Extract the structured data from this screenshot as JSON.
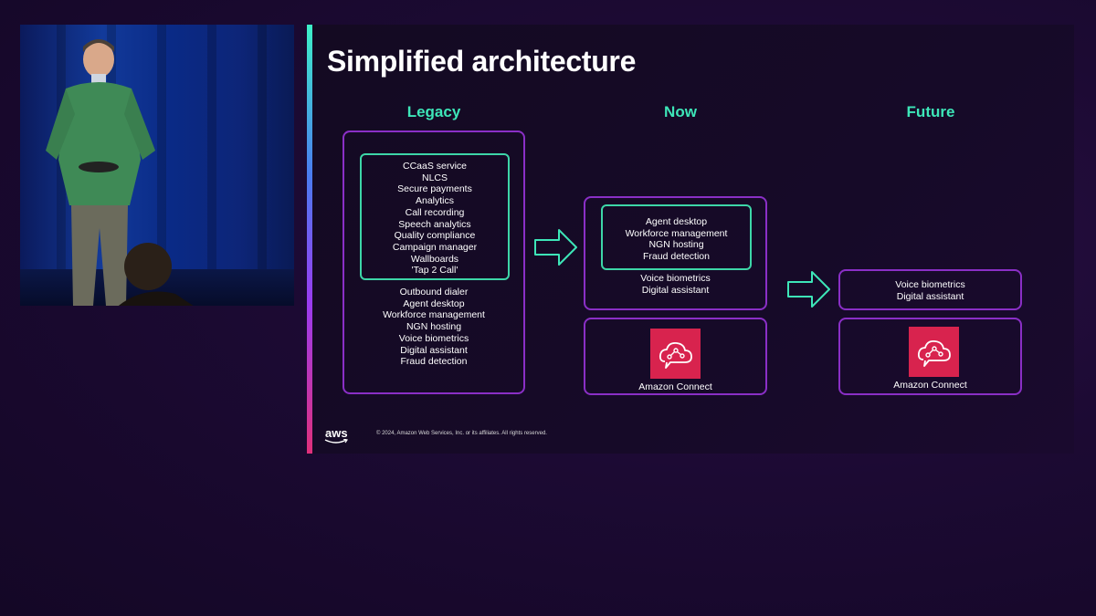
{
  "slide": {
    "title": "Simplified architecture",
    "copyright": "© 2024, Amazon Web Services, Inc. or its affiliates. All rights reserved.",
    "aws_logo_text": "aws"
  },
  "columns": {
    "legacy": {
      "heading": "Legacy",
      "inner_items": [
        "CCaaS service",
        "NLCS",
        "Secure payments",
        "Analytics",
        "Call recording",
        "Speech analytics",
        "Quality compliance",
        "Campaign manager",
        "Wallboards",
        "'Tap 2 Call'"
      ],
      "outer_items": [
        "Outbound dialer",
        "Agent desktop",
        "Workforce management",
        "NGN hosting",
        "Voice biometrics",
        "Digital assistant",
        "Fraud detection"
      ]
    },
    "now": {
      "heading": "Now",
      "inner_items": [
        "Agent desktop",
        "Workforce management",
        "NGN hosting",
        "Fraud detection"
      ],
      "outer_items": [
        "Voice biometrics",
        "Digital assistant"
      ],
      "service_label": "Amazon Connect"
    },
    "future": {
      "heading": "Future",
      "items": [
        "Voice biometrics",
        "Digital assistant"
      ],
      "service_label": "Amazon Connect"
    }
  },
  "colors": {
    "accent_green": "#3de6b8",
    "box_purple": "#8a2fc6",
    "connect_red": "#d8234e"
  },
  "icons": [
    "amazon-connect-icon",
    "arrow-right-icon",
    "aws-logo"
  ]
}
